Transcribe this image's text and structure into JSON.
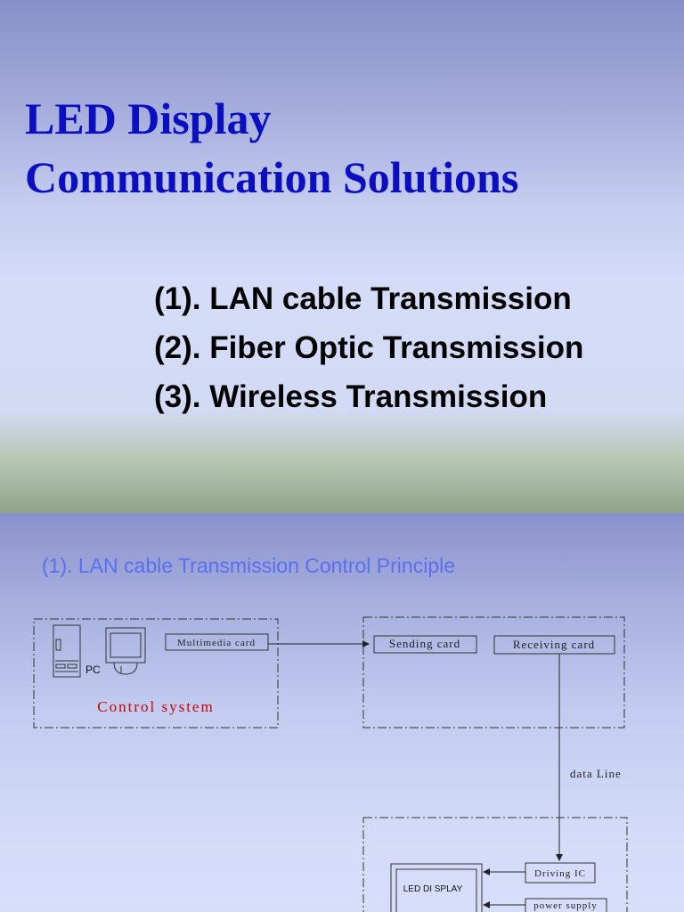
{
  "slide1": {
    "title_line1": "LED Display",
    "title_line2": "Communication Solutions",
    "items": [
      "(1). LAN cable Transmission",
      "(2). Fiber Optic Transmission",
      "(3). Wireless Transmission"
    ]
  },
  "slide2": {
    "title": "(1). LAN cable Transmission Control Principle",
    "diagram": {
      "multimedia_card": "Multimedia card",
      "pc_label": "PC",
      "control_system": "Control system",
      "sending_card": "Sending card",
      "receiving_card": "Receiving card",
      "data_line": "data Line",
      "driving_ic": "Driving IC",
      "led_display": "LED DI SPLAY",
      "power_supply": "power supply"
    }
  },
  "colors": {
    "title": "#0c0fbf",
    "subtitle": "#5a6ef0",
    "control_system": "#cc0000"
  }
}
